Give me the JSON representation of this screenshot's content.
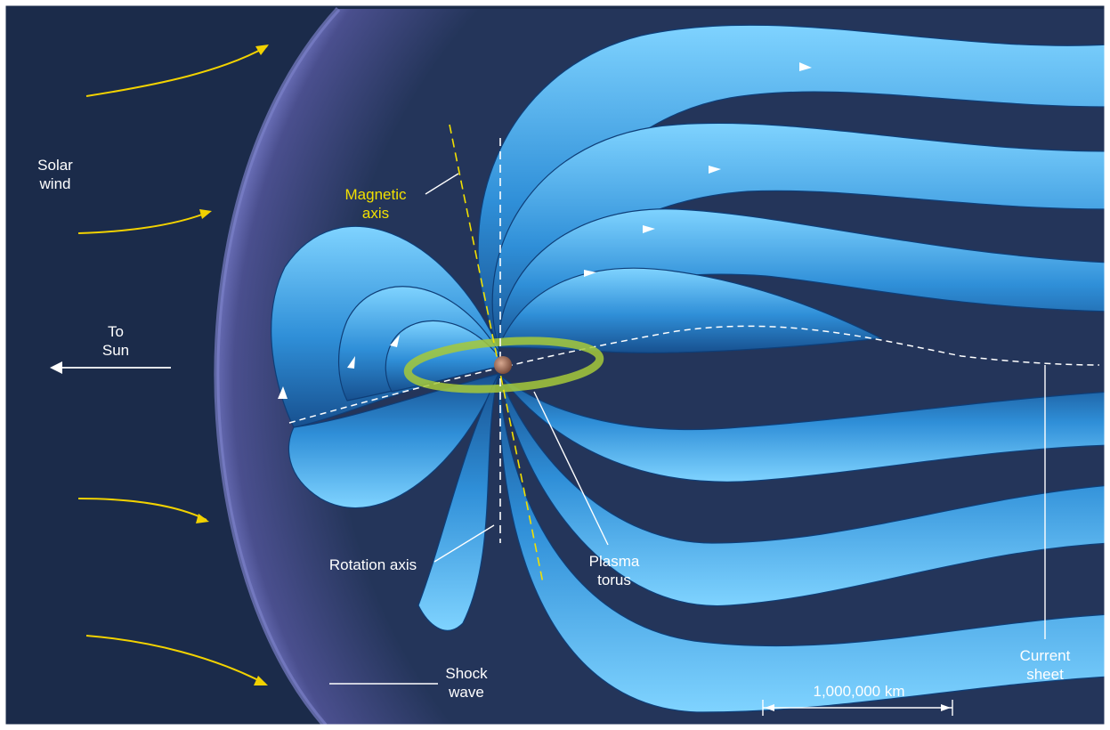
{
  "labels": {
    "solar_wind": [
      "Solar",
      "wind"
    ],
    "magnetic_axis": [
      "Magnetic",
      "axis"
    ],
    "to_sun": [
      "To",
      "Sun"
    ],
    "rotation_axis": "Rotation axis",
    "plasma_torus": [
      "Plasma",
      "torus"
    ],
    "shock_wave": [
      "Shock",
      "wave"
    ],
    "current_sheet": [
      "Current",
      "sheet"
    ],
    "scale_bar": "1,000,000 km"
  },
  "colors": {
    "space": "#1b2b4a",
    "shock_boundary": "#6a6fb8",
    "field_lines": "#2f8fd8",
    "field_highlight": "#7fd3ff",
    "solar_wind_arrows": "#f2d200",
    "magnetic_axis": "#f2e000",
    "plasma_torus": "#a6c93a",
    "planet": "#8a5a48",
    "annotation": "#ffffff"
  }
}
